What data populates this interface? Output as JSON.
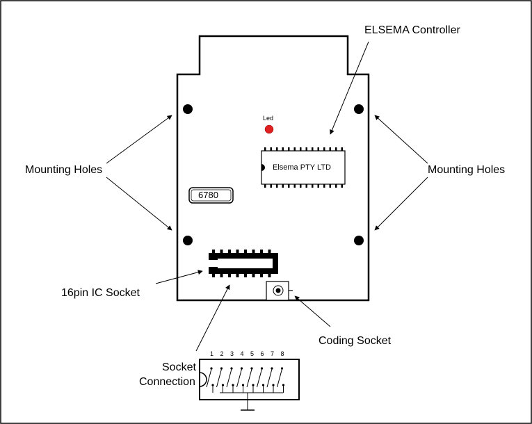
{
  "labels": {
    "controller": "ELSEMA Controller",
    "led": "Led",
    "chip": "Elsema PTY LTD",
    "mounting_left": "Mounting Holes",
    "mounting_right": "Mounting Holes",
    "board_id": "6780",
    "ic_socket": "16pin IC Socket",
    "coding_socket": "Coding Socket",
    "socket_connection_line1": "Socket",
    "socket_connection_line2": "Connection"
  },
  "pin_numbers": [
    "1",
    "2",
    "3",
    "4",
    "5",
    "6",
    "7",
    "8"
  ],
  "colors": {
    "led": "#e02020",
    "ink": "#000000",
    "background": "#ffffff"
  }
}
